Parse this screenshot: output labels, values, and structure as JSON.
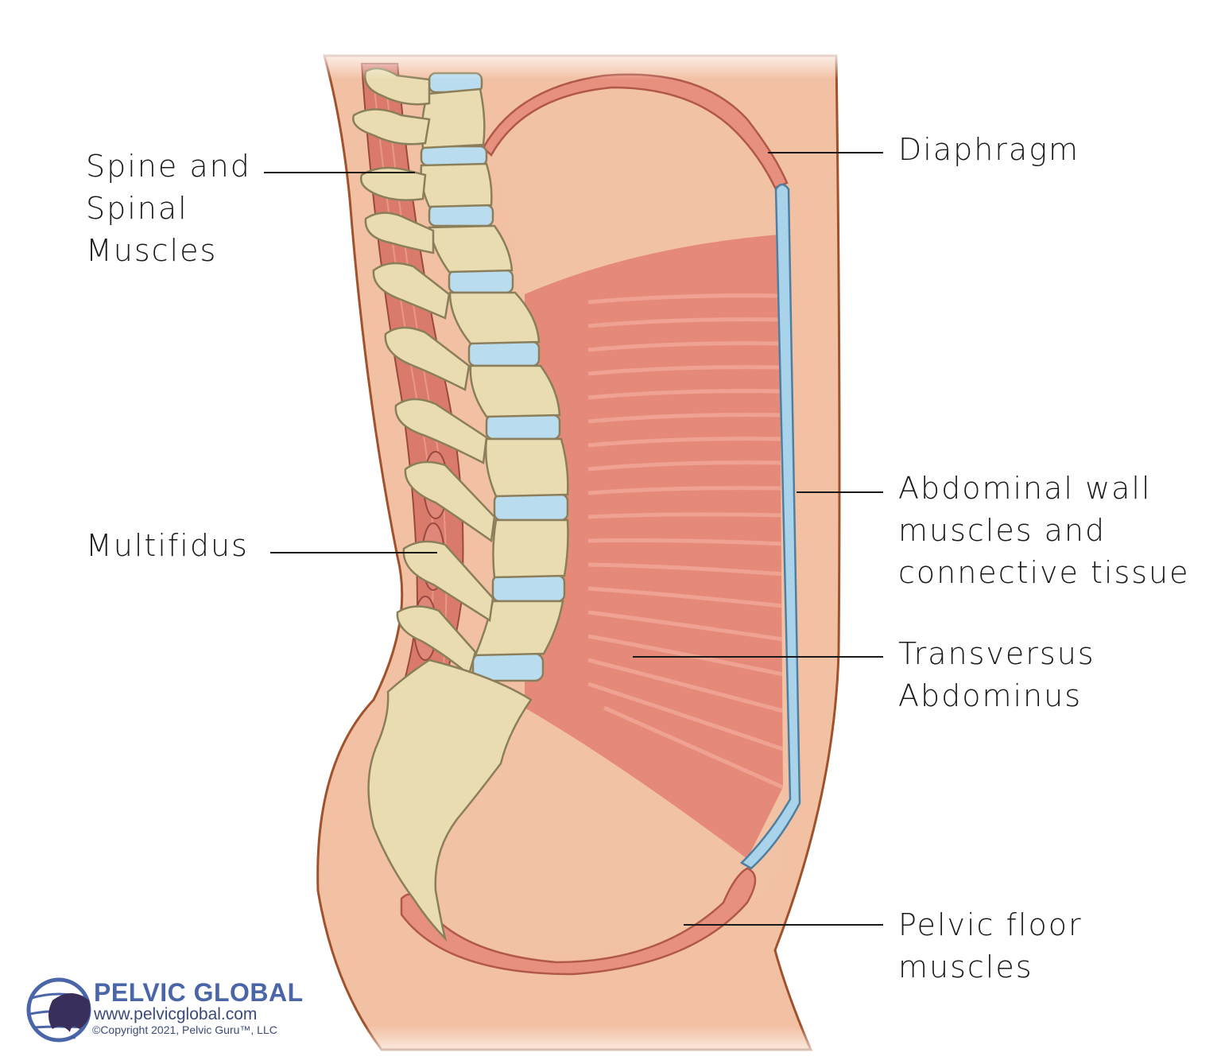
{
  "labels": {
    "spine": [
      "Spine and",
      "Spinal",
      "Muscles"
    ],
    "multifidus": [
      "Multifidus"
    ],
    "diaphragm": [
      "Diaphragm"
    ],
    "abdominal_wall": [
      "Abdominal wall",
      "muscles and",
      "connective tissue"
    ],
    "transversus": [
      "Transversus",
      "Abdominus"
    ],
    "pelvic_floor": [
      "Pelvic floor",
      "muscles"
    ]
  },
  "logo": {
    "title": "PELVIC GLOBAL",
    "url": "www.pelvicglobal.com",
    "copyright": "©Copyright 2021, Pelvic Guru™, LLC",
    "tm": "™"
  },
  "colors": {
    "skin": "#f2c1a3",
    "skin_outline": "#a0522d",
    "bone": "#e8dcb0",
    "disc": "#b9dcee",
    "muscle": "#e49080",
    "diaphragm": "#e8907e",
    "fascia": "#a9d3ea",
    "brand": "#4a66a8"
  }
}
